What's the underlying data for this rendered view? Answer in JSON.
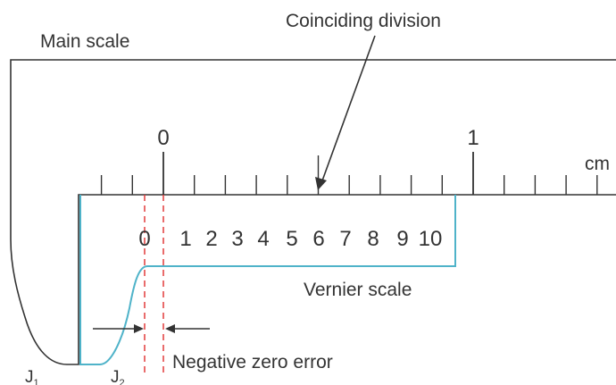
{
  "labels": {
    "main_scale": "Main scale",
    "coinciding_division": "Coinciding division",
    "vernier_scale": "Vernier scale",
    "negative_zero_error": "Negative zero error",
    "unit": "cm",
    "jaw1_letter": "J",
    "jaw1_subscript": "1",
    "jaw2_letter": "J",
    "jaw2_subscript": "2"
  },
  "main_scale_numbers": [
    "0",
    "1"
  ],
  "vernier_numbers": [
    "0",
    "1",
    "2",
    "3",
    "4",
    "5",
    "6",
    "7",
    "8",
    "9",
    "10"
  ],
  "colors": {
    "main_scale": "#333333",
    "vernier_scale": "#4fb3c9",
    "zero_error_marks": "#e23b3b",
    "text": "#333333"
  }
}
